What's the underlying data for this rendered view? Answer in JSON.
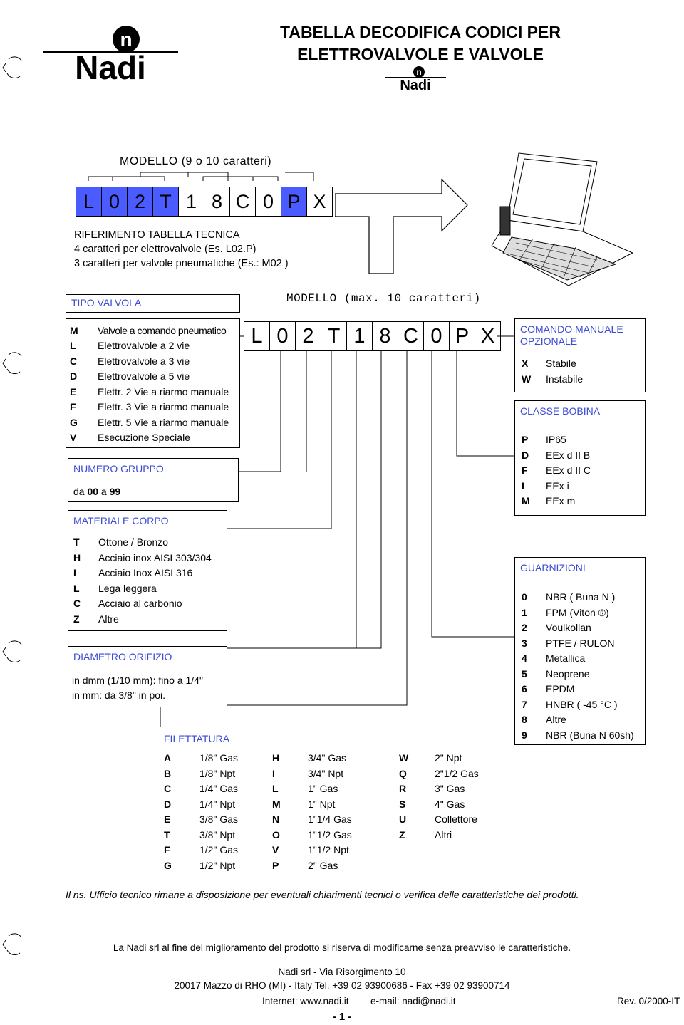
{
  "header": {
    "brand": "Nadi",
    "title_line1": "TABELLA DECODIFICA CODICI  PER",
    "title_line2": "ELETTROVALVOLE E VALVOLE"
  },
  "top_model": {
    "label": "MODELLO (9 o 10 caratteri)",
    "code": [
      "L",
      "0",
      "2",
      "T",
      "1",
      "8",
      "C",
      "0",
      "P",
      "X"
    ],
    "ref_lines": [
      "RIFERIMENTO TABELLA TECNICA",
      "4 caratteri per elettrovalvole (Es. L02.P)",
      "3 caratteri per valvole pneumatiche  (Es.: M02 )"
    ]
  },
  "mid_model": {
    "label": "MODELLO (max. 10 caratteri)",
    "code": [
      "L",
      "0",
      "2",
      "T",
      "1",
      "8",
      "C",
      "0",
      "P",
      "X"
    ]
  },
  "tipo_valvola": {
    "header": "TIPO VALVOLA",
    "items": [
      {
        "k": "M",
        "v": "Valvole a comando pneumatico"
      },
      {
        "k": "L",
        "v": "Elettrovalvole a 2 vie"
      },
      {
        "k": "C",
        "v": "Elettrovalvole a 3 vie"
      },
      {
        "k": "D",
        "v": "Elettrovalvole a 5 vie"
      },
      {
        "k": "E",
        "v": "Elettr. 2 Vie a riarmo manuale"
      },
      {
        "k": "F",
        "v": "Elettr. 3 Vie a riarmo manuale"
      },
      {
        "k": "G",
        "v": "Elettr. 5 Vie a riarmo manuale"
      },
      {
        "k": "V",
        "v": "Esecuzione Speciale"
      }
    ]
  },
  "numero_gruppo": {
    "header": "NUMERO GRUPPO",
    "text_pre": "da ",
    "from": "00",
    "mid": " a ",
    "to": "99"
  },
  "materiale_corpo": {
    "header": "MATERIALE CORPO",
    "items": [
      {
        "k": "T",
        "v": "Ottone / Bronzo"
      },
      {
        "k": "H",
        "v": "Acciaio inox AISI 303/304"
      },
      {
        "k": "I",
        "v": "Acciaio Inox AISI 316"
      },
      {
        "k": "L",
        "v": "Lega leggera"
      },
      {
        "k": "C",
        "v": "Acciaio al carbonio"
      },
      {
        "k": "Z",
        "v": "Altre"
      }
    ]
  },
  "diametro_orifizio": {
    "header": "DIAMETRO ORIFIZIO",
    "lines": [
      "in dmm (1/10 mm): fino a 1/4\"",
      "in mm: da 3/8\" in poi."
    ]
  },
  "filettatura": {
    "header": "FILETTATURA",
    "col1": [
      {
        "k": "A",
        "v": "1/8\" Gas"
      },
      {
        "k": "B",
        "v": "1/8\" Npt"
      },
      {
        "k": "C",
        "v": "1/4\" Gas"
      },
      {
        "k": "D",
        "v": "1/4\" Npt"
      },
      {
        "k": "E",
        "v": "3/8\" Gas"
      },
      {
        "k": "T",
        "v": "3/8\" Npt"
      },
      {
        "k": "F",
        "v": "1/2\" Gas"
      },
      {
        "k": "G",
        "v": "1/2\" Npt"
      }
    ],
    "col2": [
      {
        "k": "H",
        "v": "3/4\" Gas"
      },
      {
        "k": "I",
        "v": "3/4\" Npt"
      },
      {
        "k": "L",
        "v": "1\" Gas"
      },
      {
        "k": "M",
        "v": "1\" Npt"
      },
      {
        "k": "N",
        "v": "1\"1/4 Gas"
      },
      {
        "k": "O",
        "v": "1\"1/2 Gas"
      },
      {
        "k": "V",
        "v": "1\"1/2 Npt"
      },
      {
        "k": "P",
        "v": "2\" Gas"
      }
    ],
    "col3": [
      {
        "k": "W",
        "v": "2\" Npt"
      },
      {
        "k": "Q",
        "v": "2\"1/2 Gas"
      },
      {
        "k": "R",
        "v": "3\" Gas"
      },
      {
        "k": "S",
        "v": "4\" Gas"
      },
      {
        "k": "U",
        "v": "Collettore"
      },
      {
        "k": "Z",
        "v": "Altri"
      }
    ]
  },
  "comando_manuale": {
    "header_line1": "COMANDO MANUALE",
    "header_line2": "OPZIONALE",
    "items": [
      {
        "k": "X",
        "v": "Stabile"
      },
      {
        "k": "W",
        "v": "Instabile"
      }
    ]
  },
  "classe_bobina": {
    "header": "CLASSE BOBINA",
    "items": [
      {
        "k": "P",
        "v": "IP65"
      },
      {
        "k": "D",
        "v": "EEx d II B"
      },
      {
        "k": "F",
        "v": "EEx d II C"
      },
      {
        "k": "I",
        "v": "EEx i"
      },
      {
        "k": "M",
        "v": "EEx m"
      }
    ]
  },
  "guarnizioni": {
    "header": "GUARNIZIONI",
    "items": [
      {
        "k": "0",
        "v": "NBR ( Buna N )"
      },
      {
        "k": "1",
        "v": "FPM (Viton ®)"
      },
      {
        "k": "2",
        "v": "Voulkollan"
      },
      {
        "k": "3",
        "v": "PTFE / RULON"
      },
      {
        "k": "4",
        "v": "Metallica"
      },
      {
        "k": "5",
        "v": "Neoprene"
      },
      {
        "k": "6",
        "v": "EPDM"
      },
      {
        "k": "7",
        "v": "HNBR ( -45 °C )"
      },
      {
        "k": "8",
        "v": "Altre"
      },
      {
        "k": "9",
        "v": "NBR (Buna N 60sh)"
      }
    ]
  },
  "footer": {
    "note": "Il ns. Ufficio tecnico rimane a disposizione per eventuali chiarimenti tecnici o verifica delle caratteristiche dei prodotti.",
    "disclaimer": "La Nadi srl al fine del miglioramento del prodotto si riserva di modificarne senza preavviso le caratteristiche.",
    "company": "Nadi srl - Via Risorgimento 10",
    "address": "20017 Mazzo di RHO (MI) - Italy Tel. +39 02 93900686 - Fax +39 02 93900714",
    "web": "Internet: www.nadi.it",
    "email": "e-mail: nadi@nadi.it",
    "rev": "Rev. 0/2000-IT",
    "page": "- 1 -"
  },
  "colors": {
    "accent": "#3b4bd4",
    "highlight": "#4a5bff"
  }
}
